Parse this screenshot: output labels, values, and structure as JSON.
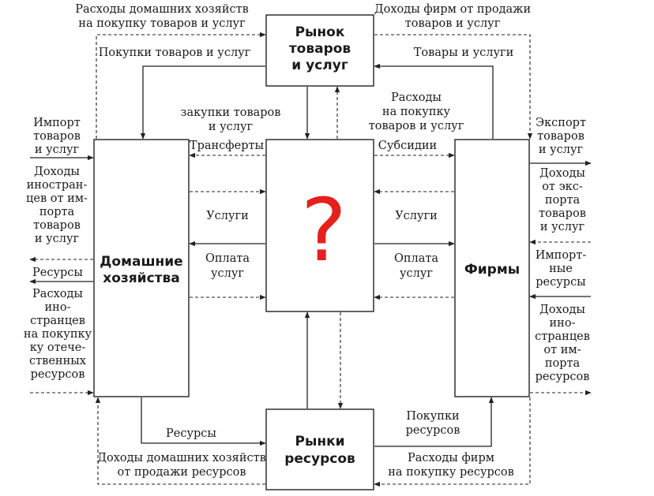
{
  "boxes": {
    "goods_market": [
      "Рынок",
      "товаров",
      "и услуг"
    ],
    "households": [
      "Домашние",
      "хозяйства"
    ],
    "firms": [
      "Фирмы"
    ],
    "resource_markets": [
      "Рынки",
      "ресурсов"
    ],
    "center": "?"
  },
  "labels": {
    "hh_spending_goods": [
      "Расходы домашних хозяйств",
      "на покупку товаров и услуг"
    ],
    "firm_revenue_goods": [
      "Доходы фирм от продажи",
      "товаров и услуг"
    ],
    "purchases_goods": [
      "Покупки товаров и услуг"
    ],
    "goods_services": [
      "Товары и услуги"
    ],
    "gov_purchases": [
      "закупки товаров",
      "и услуг"
    ],
    "gov_spending": [
      "Расходы",
      "на покупку",
      "товаров и услуг"
    ],
    "transfers": [
      "Трансферты"
    ],
    "subsidies": [
      "Субсидии"
    ],
    "services_left": [
      "Услуги"
    ],
    "services_right": [
      "Услуги"
    ],
    "payment_left": [
      "Оплата",
      "услуг"
    ],
    "payment_right": [
      "Оплата",
      "услуг"
    ],
    "imports": [
      "Импорт",
      "товаров",
      "и услуг"
    ],
    "foreign_income_imports": [
      "Доходы",
      "иностран-",
      "цев от им-",
      "порта",
      "товаров",
      "и услуг"
    ],
    "resources_out": [
      "Ресурсы"
    ],
    "foreign_spending_resources": [
      "Расходы",
      "ино-",
      "странцев",
      "на покупку",
      "ку отече-",
      "ственных",
      "ресурсов"
    ],
    "exports": [
      "Экспорт",
      "товаров",
      "и услуг"
    ],
    "export_income": [
      "Доходы",
      "от экс-",
      "порта",
      "товаров",
      "и услуг"
    ],
    "imported_resources": [
      "Импорт-",
      "ные",
      "ресурсы"
    ],
    "foreign_income_resources": [
      "Доходы",
      "ино-",
      "странцев",
      "от им-",
      "порта",
      "ресурсов"
    ],
    "resources_bottom": [
      "Ресурсы"
    ],
    "purchases_resources": [
      "Покупки",
      "ресурсов"
    ],
    "hh_income_resources": [
      "Доходы домашних хозяйств",
      "от продажи ресурсов"
    ],
    "firm_spending_resources": [
      "Расходы фирм",
      "на покупку ресурсов"
    ]
  }
}
